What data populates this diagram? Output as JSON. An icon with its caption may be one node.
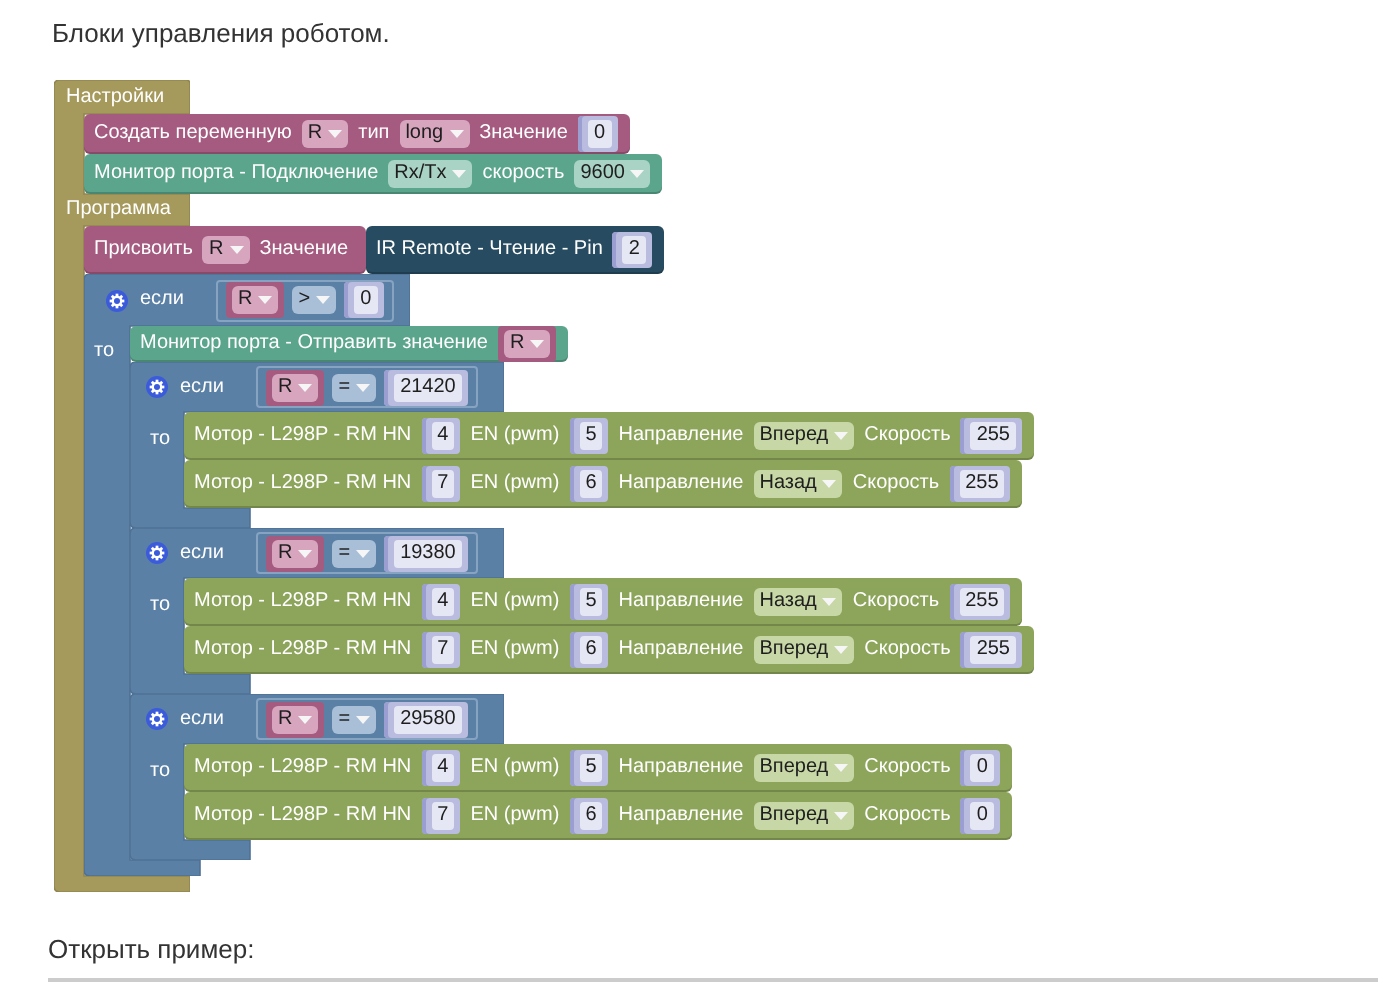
{
  "diagram": {
    "title": "Блоки управления роботом.",
    "nodes": [
      {
        "text": [
          "Настройки",
          "Программа"
        ]
      },
      {
        "text": [
          "Создать переменную",
          "R",
          "тип",
          "long",
          "Значение"
        ]
      },
      {
        "text": [
          "0"
        ],
        "in": 1
      },
      {
        "text": [
          "Монитор порта - Подключение",
          "Rx/Tx",
          "скорость",
          "9600"
        ]
      },
      {
        "text": [
          "Присвоить",
          "R",
          "Значение"
        ]
      },
      {
        "text": [
          "IR Remote - Чтение - Pin"
        ]
      },
      {
        "text": [
          "2"
        ],
        "in": 5
      },
      {
        "text": [
          "если",
          "то"
        ]
      },
      {
        "text": [
          ">"
        ],
        "in": 7
      },
      {
        "text": [
          "R"
        ],
        "in": 8
      },
      {
        "text": [
          "0"
        ],
        "in": 8
      },
      {
        "text": [
          "Монитор порта - Отправить значение"
        ]
      },
      {
        "text": [
          "R"
        ],
        "in": 11
      },
      {
        "text": [
          "если",
          "то"
        ]
      },
      {
        "text": [
          "="
        ],
        "in": 13
      },
      {
        "text": [
          "R"
        ],
        "in": 14
      },
      {
        "text": [
          "21420"
        ],
        "in": 14
      },
      {
        "text": [
          "Мотор - L298P - RM HN",
          "EN (pwm)",
          "Направление",
          "Вперед",
          "Скорость"
        ]
      },
      {
        "text": [
          "4"
        ],
        "in": 17
      },
      {
        "text": [
          "5"
        ],
        "in": 17
      },
      {
        "text": [
          "255"
        ],
        "in": 17
      },
      {
        "text": [
          "Мотор - L298P - RM HN",
          "EN (pwm)",
          "Направление",
          "Назад",
          "Скорость"
        ]
      },
      {
        "text": [
          "7"
        ],
        "in": 21
      },
      {
        "text": [
          "6"
        ],
        "in": 21
      },
      {
        "text": [
          "255"
        ],
        "in": 21
      },
      {
        "text": [
          "если",
          "то"
        ]
      },
      {
        "text": [
          "="
        ],
        "in": 25
      },
      {
        "text": [
          "R"
        ],
        "in": 26
      },
      {
        "text": [
          "19380"
        ],
        "in": 26
      },
      {
        "text": [
          "Мотор - L298P - RM HN",
          "EN (pwm)",
          "Направление",
          "Назад",
          "Скорость"
        ]
      },
      {
        "text": [
          "4"
        ],
        "in": 29
      },
      {
        "text": [
          "5"
        ],
        "in": 29
      },
      {
        "text": [
          "255"
        ],
        "in": 29
      },
      {
        "text": [
          "Мотор - L298P - RM HN",
          "EN (pwm)",
          "Направление",
          "Вперед",
          "Скорость"
        ]
      },
      {
        "text": [
          "7"
        ],
        "in": 33
      },
      {
        "text": [
          "6"
        ],
        "in": 33
      },
      {
        "text": [
          "255"
        ],
        "in": 33
      },
      {
        "text": [
          "если",
          "то"
        ]
      },
      {
        "text": [
          "="
        ],
        "in": 37
      },
      {
        "text": [
          "R"
        ],
        "in": 38
      },
      {
        "text": [
          "29580"
        ],
        "in": 38
      },
      {
        "text": [
          "Мотор - L298P - RM HN",
          "EN (pwm)",
          "Направление",
          "Вперед",
          "Скорость"
        ]
      },
      {
        "text": [
          "4"
        ],
        "in": 41
      },
      {
        "text": [
          "5"
        ],
        "in": 41
      },
      {
        "text": [
          "0"
        ],
        "in": 41
      },
      {
        "text": [
          "Мотор - L298P - RM HN",
          "EN (pwm)",
          "Направление",
          "Вперед",
          "Скорость"
        ]
      },
      {
        "text": [
          "7"
        ],
        "in": 45
      },
      {
        "text": [
          "6"
        ],
        "in": 45
      },
      {
        "text": [
          "0"
        ],
        "in": 45
      }
    ],
    "labels": [
      "Открыть пример:"
    ]
  }
}
